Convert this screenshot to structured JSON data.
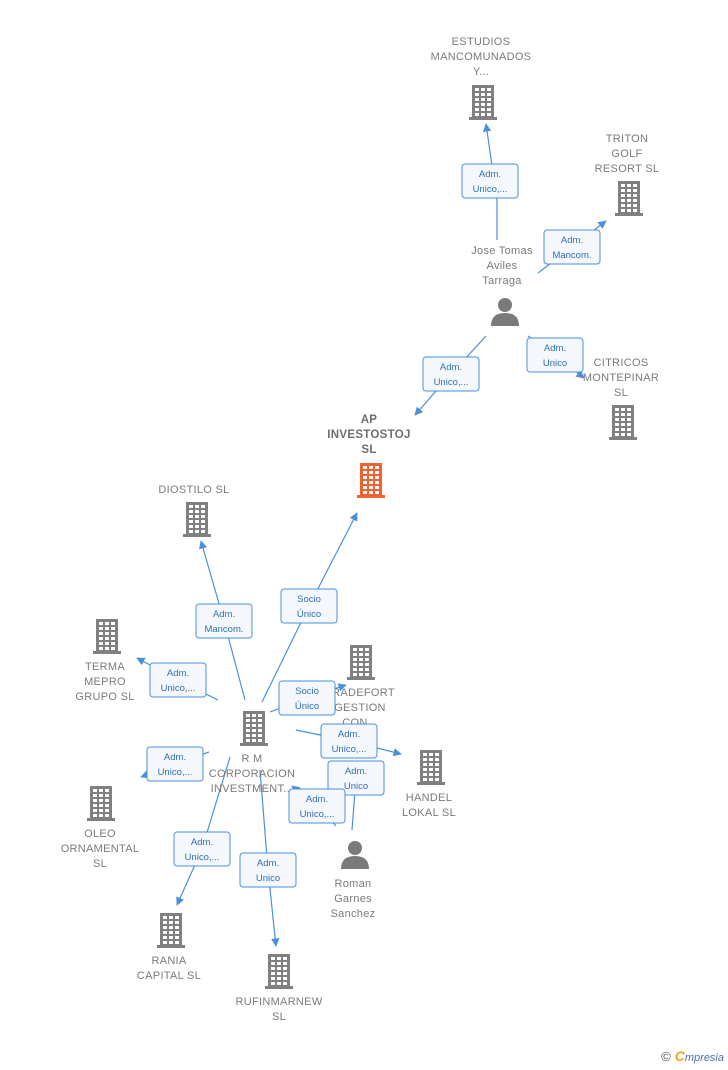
{
  "colors": {
    "edge": "#4a90d9",
    "building": "#808080",
    "focus": "#f0622f",
    "person": "#7a7a7a"
  },
  "nodes": [
    {
      "id": "estudios",
      "type": "company",
      "label": [
        "ESTUDIOS",
        "MANCOMUNADOS",
        "Y..."
      ]
    },
    {
      "id": "triton",
      "type": "company",
      "label": [
        "TRITON",
        "GOLF",
        "RESORT  SL"
      ]
    },
    {
      "id": "jose",
      "type": "person",
      "label": [
        "Jose Tomas",
        "Aviles",
        "Tarraga"
      ]
    },
    {
      "id": "citricos",
      "type": "company",
      "label": [
        "CITRICOS",
        "MONTEPINAR",
        "SL"
      ]
    },
    {
      "id": "ap",
      "type": "company",
      "focus": true,
      "label": [
        "AP",
        "INVESTOSTOJ",
        "SL"
      ]
    },
    {
      "id": "diostilo",
      "type": "company",
      "label": [
        "DIOSTILO  SL"
      ]
    },
    {
      "id": "terma",
      "type": "company",
      "label": [
        "TERMA",
        "MEPRO",
        "GRUPO  SL"
      ]
    },
    {
      "id": "tradefort",
      "type": "company",
      "label": [
        "TRADEFORT",
        "GESTION",
        "CON..."
      ]
    },
    {
      "id": "rm",
      "type": "company",
      "label": [
        "R M",
        "CORPORACION",
        "INVESTMENT..."
      ]
    },
    {
      "id": "handel",
      "type": "company",
      "label": [
        "HANDEL",
        "LOKAL  SL"
      ]
    },
    {
      "id": "oleo",
      "type": "company",
      "label": [
        "OLEO",
        "ORNAMENTAL",
        "SL"
      ]
    },
    {
      "id": "roman",
      "type": "person",
      "label": [
        "Roman",
        "Garnes",
        "Sanchez"
      ]
    },
    {
      "id": "rania",
      "type": "company",
      "label": [
        "RANIA",
        "CAPITAL  SL"
      ]
    },
    {
      "id": "rufinmarnew",
      "type": "company",
      "label": [
        "RUFINMARNEW",
        "SL"
      ]
    }
  ],
  "edges": [
    {
      "from": "jose",
      "to": "estudios",
      "label": [
        "Adm.",
        "Unico,..."
      ]
    },
    {
      "from": "jose",
      "to": "triton",
      "label": [
        "Adm.",
        "Mancom."
      ]
    },
    {
      "from": "jose",
      "to": "citricos",
      "label": [
        "Adm.",
        "Unico"
      ]
    },
    {
      "from": "jose",
      "to": "ap",
      "label": [
        "Adm.",
        "Unico,..."
      ]
    },
    {
      "from": "rm",
      "to": "ap",
      "label": [
        "Socio",
        "Único"
      ]
    },
    {
      "from": "rm",
      "to": "diostilo",
      "label": [
        "Adm.",
        "Mancom."
      ]
    },
    {
      "from": "rm",
      "to": "terma",
      "label": [
        "Adm.",
        "Unico,..."
      ]
    },
    {
      "from": "rm",
      "to": "tradefort",
      "label": [
        "Socio",
        "Único"
      ]
    },
    {
      "from": "rm",
      "to": "handel",
      "label": [
        "Adm.",
        "Unico,..."
      ]
    },
    {
      "from": "rm",
      "to": "oleo",
      "label": [
        "Adm.",
        "Unico,..."
      ]
    },
    {
      "from": "rm",
      "to": "rania",
      "label": [
        "Adm.",
        "Unico,..."
      ]
    },
    {
      "from": "rm",
      "to": "rufinmarnew",
      "label": [
        "Adm.",
        "Unico"
      ]
    },
    {
      "from": "roman",
      "to": "handel",
      "label": [
        "Adm.",
        "Unico"
      ]
    },
    {
      "from": "roman",
      "to": "rm",
      "label": [
        "Adm.",
        "Unico,..."
      ]
    }
  ],
  "footer": {
    "copyright": "©",
    "brand_initial": "C",
    "brand_rest": "mpresia"
  }
}
